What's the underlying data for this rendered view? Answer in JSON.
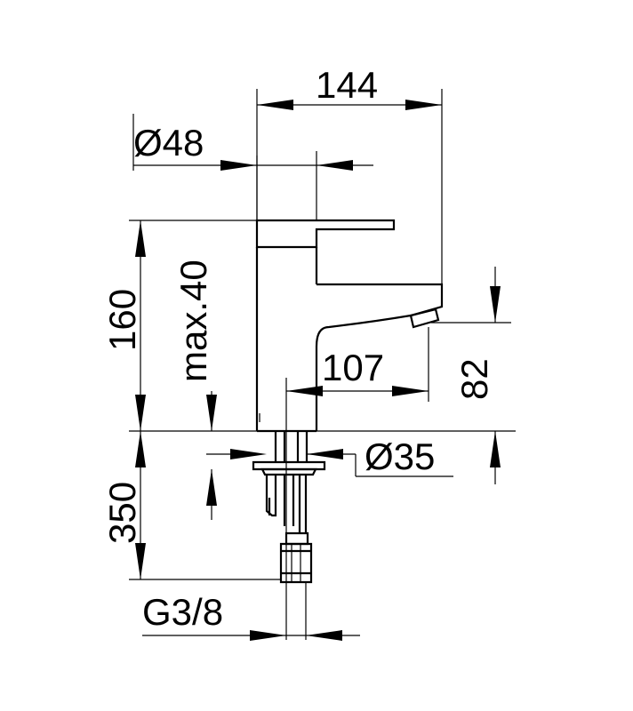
{
  "dimensions": {
    "width": "144",
    "body_diameter": "Ø48",
    "height": "160",
    "max_thickness": "max.40",
    "spout_reach": "107",
    "spout_height": "82",
    "base_diameter": "Ø35",
    "hose_length": "350",
    "connection": "G3/8"
  },
  "colors": {
    "line": "#000000",
    "background": "#ffffff"
  }
}
